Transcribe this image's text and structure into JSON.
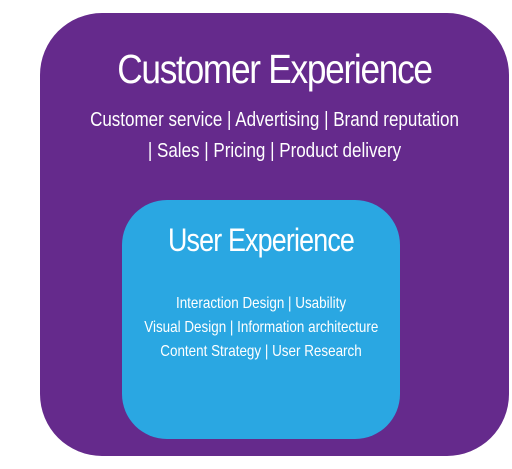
{
  "colors": {
    "outer_box": "#652a8c",
    "inner_box": "#2aa7e2",
    "text": "#ffffff"
  },
  "customer_experience": {
    "title": "Customer Experience",
    "lines": [
      "Customer service  |  Advertising  |  Brand reputation",
      "|  Sales  |  Pricing  |  Product delivery"
    ]
  },
  "user_experience": {
    "title": "User Experience",
    "lines": [
      "Interaction Design  | Usability",
      "Visual Design  |  Information architecture",
      "Content Strategy | User Research"
    ]
  }
}
